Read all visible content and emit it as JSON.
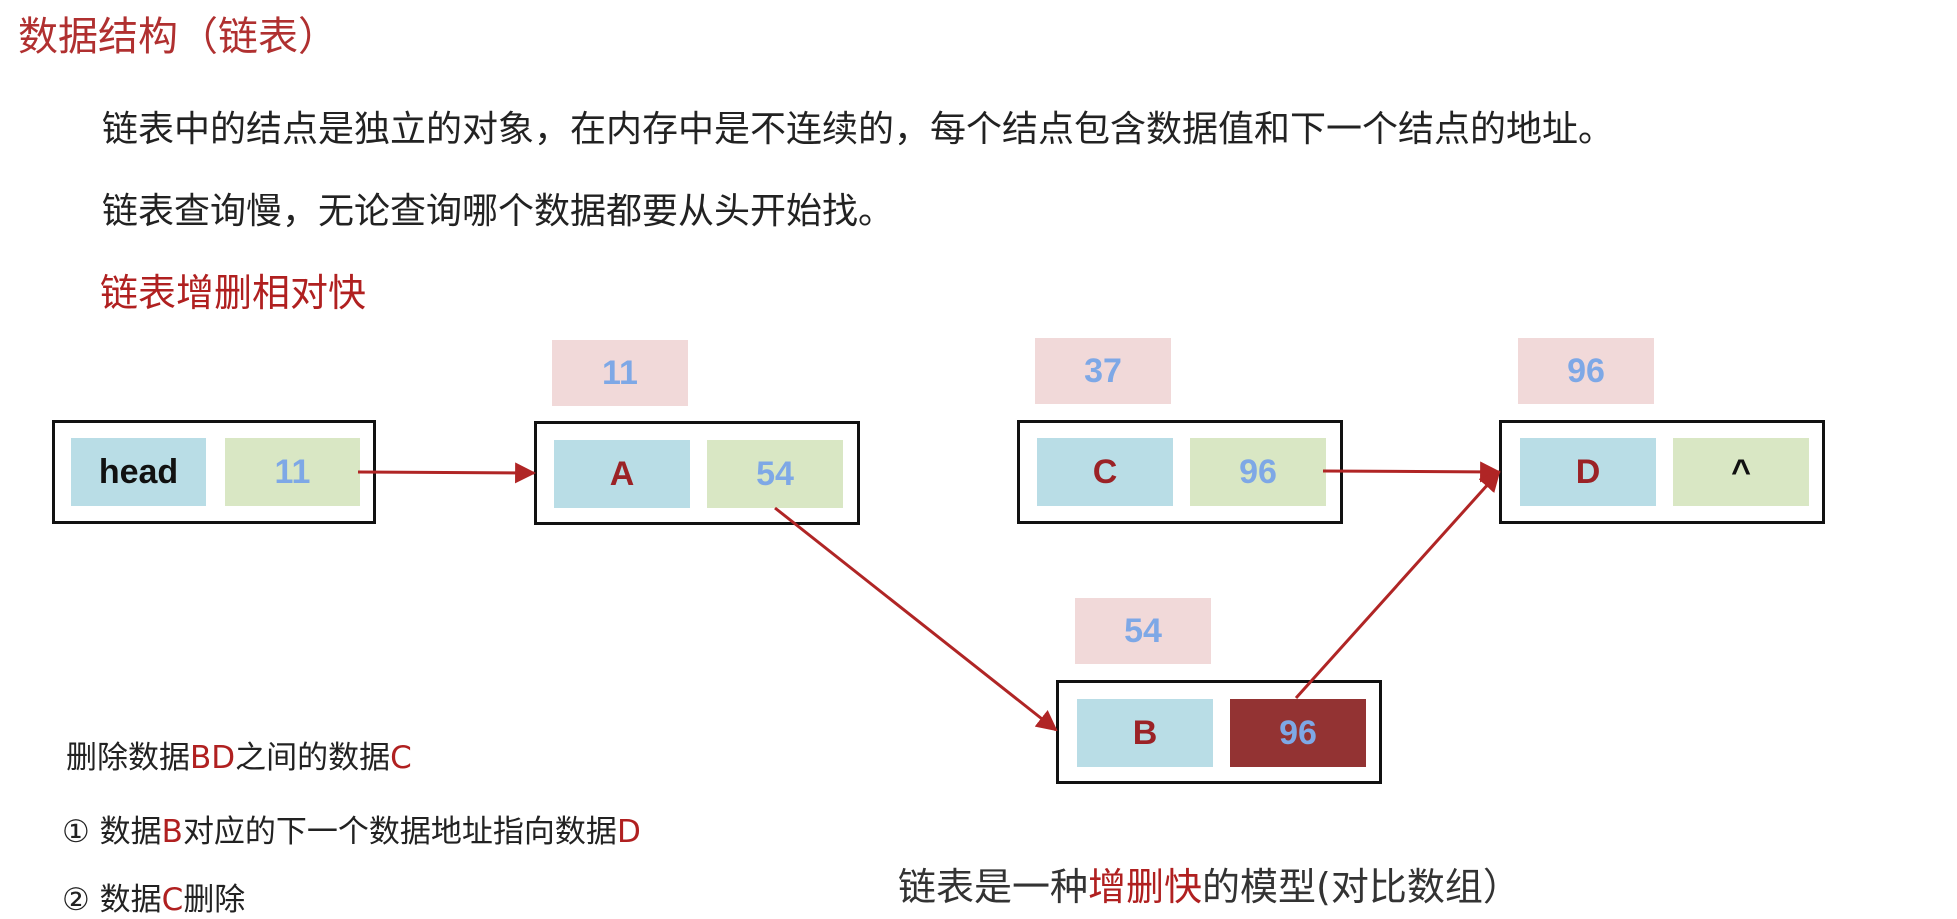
{
  "title": "数据结构（链表）",
  "para1": "链表中的结点是独立的对象，在内存中是不连续的，每个结点包含数据值和下一个结点的地址。",
  "para2": "链表查询慢，无论查询哪个数据都要从头开始找。",
  "subtitle_red": "链表增删相对快",
  "nodes": {
    "head": {
      "data": "head",
      "next": "11"
    },
    "a": {
      "addr": "11",
      "data": "A",
      "next": "54"
    },
    "c": {
      "addr": "37",
      "data": "C",
      "next": "96"
    },
    "d": {
      "addr": "96",
      "data": "D",
      "next": "^"
    },
    "b": {
      "addr": "54",
      "data": "B",
      "next": "96"
    }
  },
  "notes": {
    "line1_prefix": "删除数据",
    "line1_red": "BD",
    "line1_mid": "之间的数据",
    "line1_red2": "C",
    "line2_num": "①",
    "line2_prefix": "数据",
    "line2_red": "B",
    "line2_mid": "对应的下一个数据地址指向数据",
    "line2_red2": "D",
    "line3_num": "②",
    "line3_prefix": "数据",
    "line3_red": "C",
    "line3_mid": "删除"
  },
  "caption": {
    "prefix": "链表是一种",
    "red": "增删快",
    "suffix": "的模型(对比数组）"
  },
  "colors": {
    "arrow": "#b02525",
    "data_cell": "#b9dde6",
    "next_cell": "#d9e7c4",
    "addr_label": "#f1d9d9",
    "changed_cell": "#933333"
  }
}
